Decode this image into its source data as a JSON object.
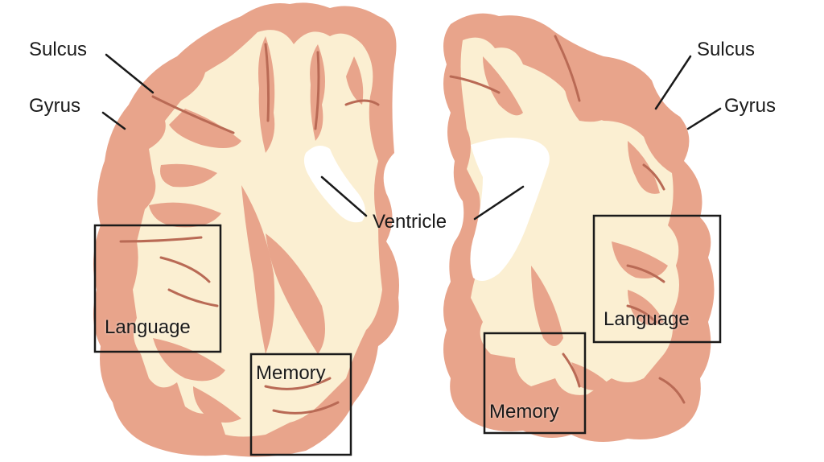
{
  "labels": {
    "left_sulcus": "Sulcus",
    "left_gyrus": "Gyrus",
    "ventricle": "Ventricle",
    "right_sulcus": "Sulcus",
    "right_gyrus": "Gyrus",
    "left_language": "Language",
    "left_memory": "Memory",
    "right_language": "Language",
    "right_memory": "Memory"
  },
  "colors": {
    "cortex": "#e8a48b",
    "cortex_dark": "#c97a63",
    "white_matter": "#fbefd2",
    "ventricle": "#ffffff",
    "box_stroke": "#1a1a1a"
  }
}
